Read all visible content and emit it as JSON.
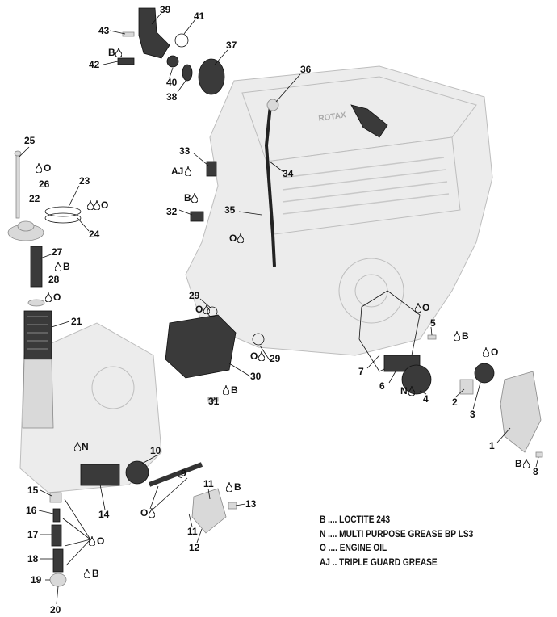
{
  "callouts": {
    "c43": "43",
    "c39": "39",
    "c41": "41",
    "c42": "42",
    "c40": "40",
    "c37": "37",
    "c38": "38",
    "c36": "36",
    "c33": "33",
    "c34": "34",
    "c32": "32",
    "c35": "35",
    "c25": "25",
    "c26": "26",
    "c23": "23",
    "c22": "22",
    "c24": "24",
    "c27": "27",
    "c28": "28",
    "c21": "21",
    "c29a": "29",
    "c29b": "29",
    "c30": "30",
    "c31": "31",
    "c5": "5",
    "c7": "7",
    "c6": "6",
    "c4": "4",
    "c2": "2",
    "c3": "3",
    "c1": "1",
    "c8": "8",
    "c10": "10",
    "c9": "9",
    "c14": "14",
    "c15": "15",
    "c16": "16",
    "c17": "17",
    "c18": "18",
    "c19": "19",
    "c20": "20",
    "c11a": "11",
    "c11b": "11",
    "c13": "13",
    "c12": "12"
  },
  "codes": {
    "b1": "B",
    "aj": "AJ",
    "b2": "B",
    "o1": "O",
    "o2": "O",
    "o3": "O",
    "b3": "B",
    "o4": "O",
    "o5": "O",
    "o6": "O",
    "b4": "B",
    "o7": "O",
    "b5": "B",
    "o8": "O",
    "n1": "N",
    "b6": "B",
    "n2": "N",
    "o9": "O",
    "o10": "O",
    "b7": "B",
    "b8": "B"
  },
  "legend": [
    "B .... LOCTITE 243",
    "N .... MULTI PURPOSE GREASE BP LS3",
    "O .... ENGINE OIL",
    "AJ .. TRIPLE GUARD GREASE"
  ],
  "engine_brand": "ROTAX"
}
